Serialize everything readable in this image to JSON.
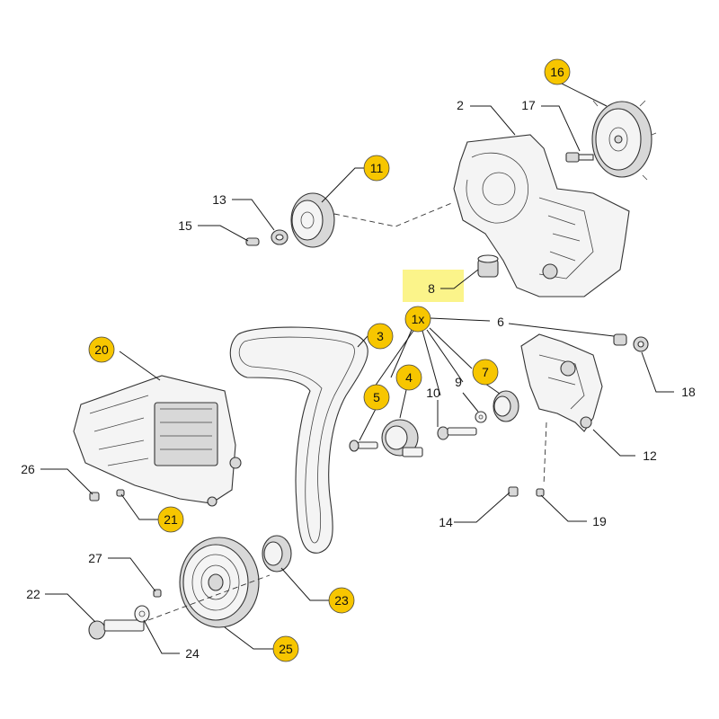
{
  "colors": {
    "badge_fill": "#f7c600",
    "badge_stroke": "#444444",
    "highlight": "#fbf48a",
    "line": "#1a1a1a"
  },
  "labels": {
    "l2": "2",
    "l6": "6",
    "l8": "8",
    "l9": "9",
    "l10": "10",
    "l12": "12",
    "l13": "13",
    "l14": "14",
    "l15": "15",
    "l17": "17",
    "l18": "18",
    "l19": "19",
    "l22": "22",
    "l24": "24",
    "l26": "26",
    "l27": "27"
  },
  "badges": {
    "b1x": "1x",
    "b3": "3",
    "b4": "4",
    "b5": "5",
    "b7": "7",
    "b11": "11",
    "b16": "16",
    "b20": "20",
    "b21": "21",
    "b23": "23",
    "b25": "25"
  }
}
